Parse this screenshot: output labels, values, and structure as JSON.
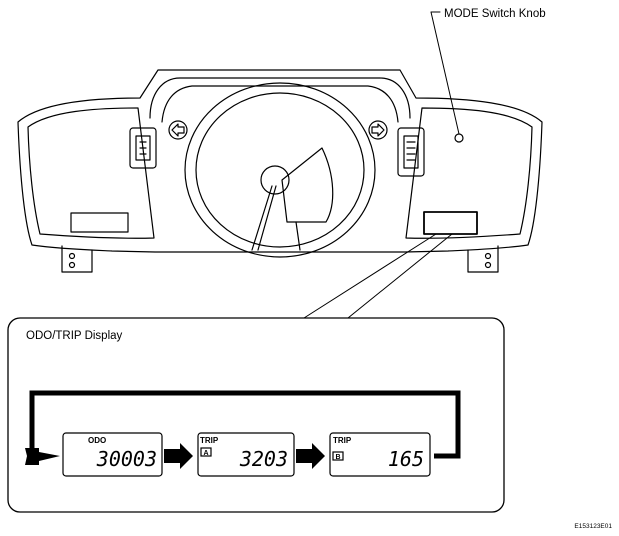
{
  "callout": {
    "mode_knob": "MODE Switch Knob"
  },
  "panel": {
    "title": "ODO/TRIP Display"
  },
  "displays": [
    {
      "tag": "ODO",
      "sub": "",
      "value": "30003"
    },
    {
      "tag": "TRIP",
      "sub": "A",
      "value": "3203"
    },
    {
      "tag": "TRIP",
      "sub": "B",
      "value": "165"
    }
  ],
  "figure_code": "E153123E01"
}
